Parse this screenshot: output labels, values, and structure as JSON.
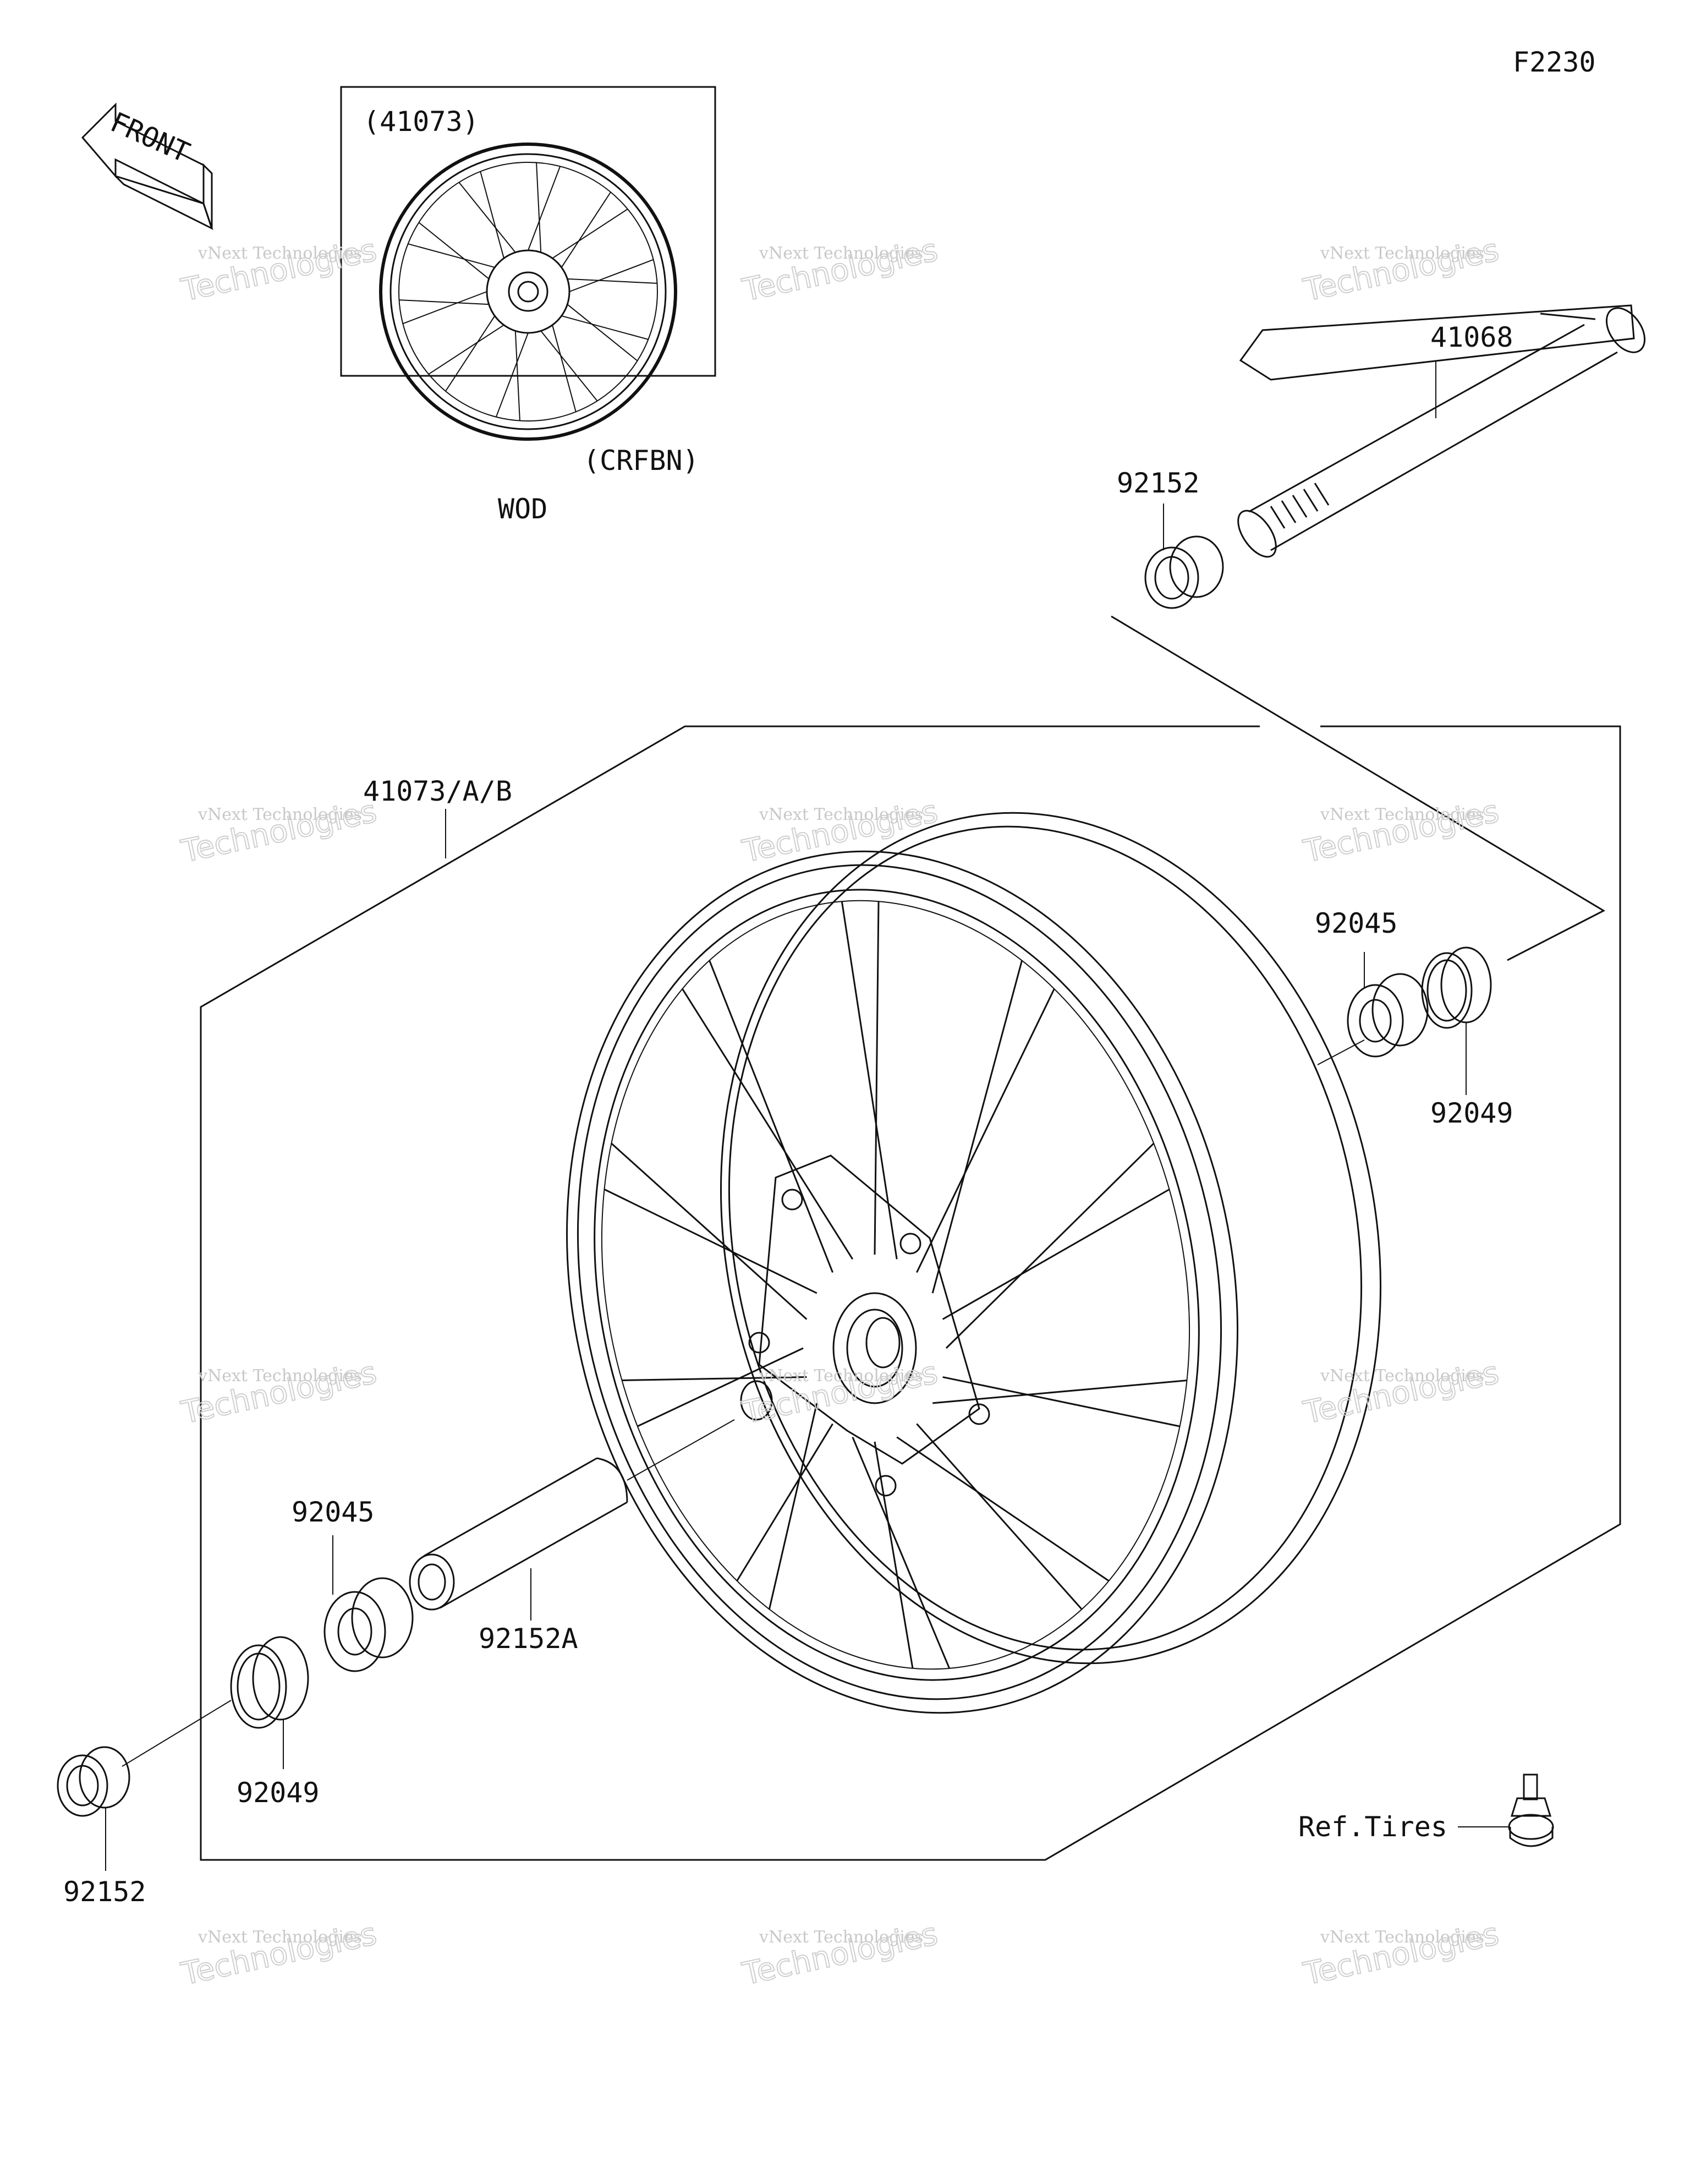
{
  "figure_code": "F2230",
  "front_label": "FRONT",
  "inset": {
    "top_label": "(41073)",
    "bottom_label": "(CRFBN)",
    "caption": "WOD"
  },
  "parts": {
    "axle": "41068",
    "collar_top": "92152",
    "wheel": "41073/A/B",
    "bearing_right": "92045",
    "seal_right": "92049",
    "bearing_left": "92045",
    "spacer": "92152A",
    "seal_left": "92049",
    "collar_bottom": "92152",
    "valve_ref": "Ref.Tires"
  },
  "watermark": {
    "line1": "vNext Technologies",
    "line2": "vNext\nTechnologies"
  }
}
